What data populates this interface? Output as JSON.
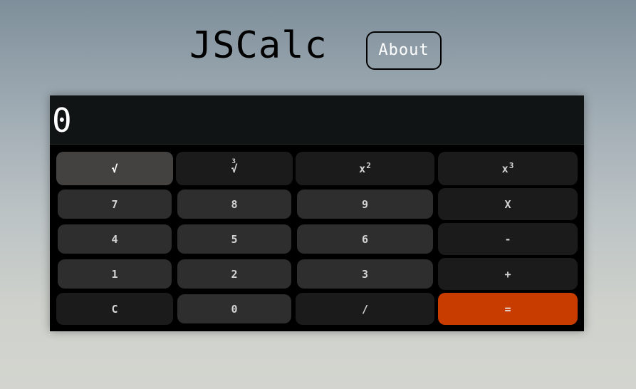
{
  "header": {
    "title": "JSCalc",
    "about_label": "About"
  },
  "display": {
    "value": "0"
  },
  "keys": {
    "sqrt": "√",
    "cbrt_index": "3",
    "cbrt_symbol": "√",
    "square_base": "x",
    "square_exp": "2",
    "cube_base": "x",
    "cube_exp": "3",
    "seven": "7",
    "eight": "8",
    "nine": "9",
    "multiply": "X",
    "four": "4",
    "five": "5",
    "six": "6",
    "minus": "-",
    "one": "1",
    "two": "2",
    "three": "3",
    "plus": "+",
    "clear": "C",
    "zero": "0",
    "divide": "/",
    "equals": "="
  },
  "colors": {
    "accent": "#c83c00",
    "display_bg": "#111414",
    "key_dark": "#1b1b1b",
    "key_mid": "#2e2e2e"
  }
}
